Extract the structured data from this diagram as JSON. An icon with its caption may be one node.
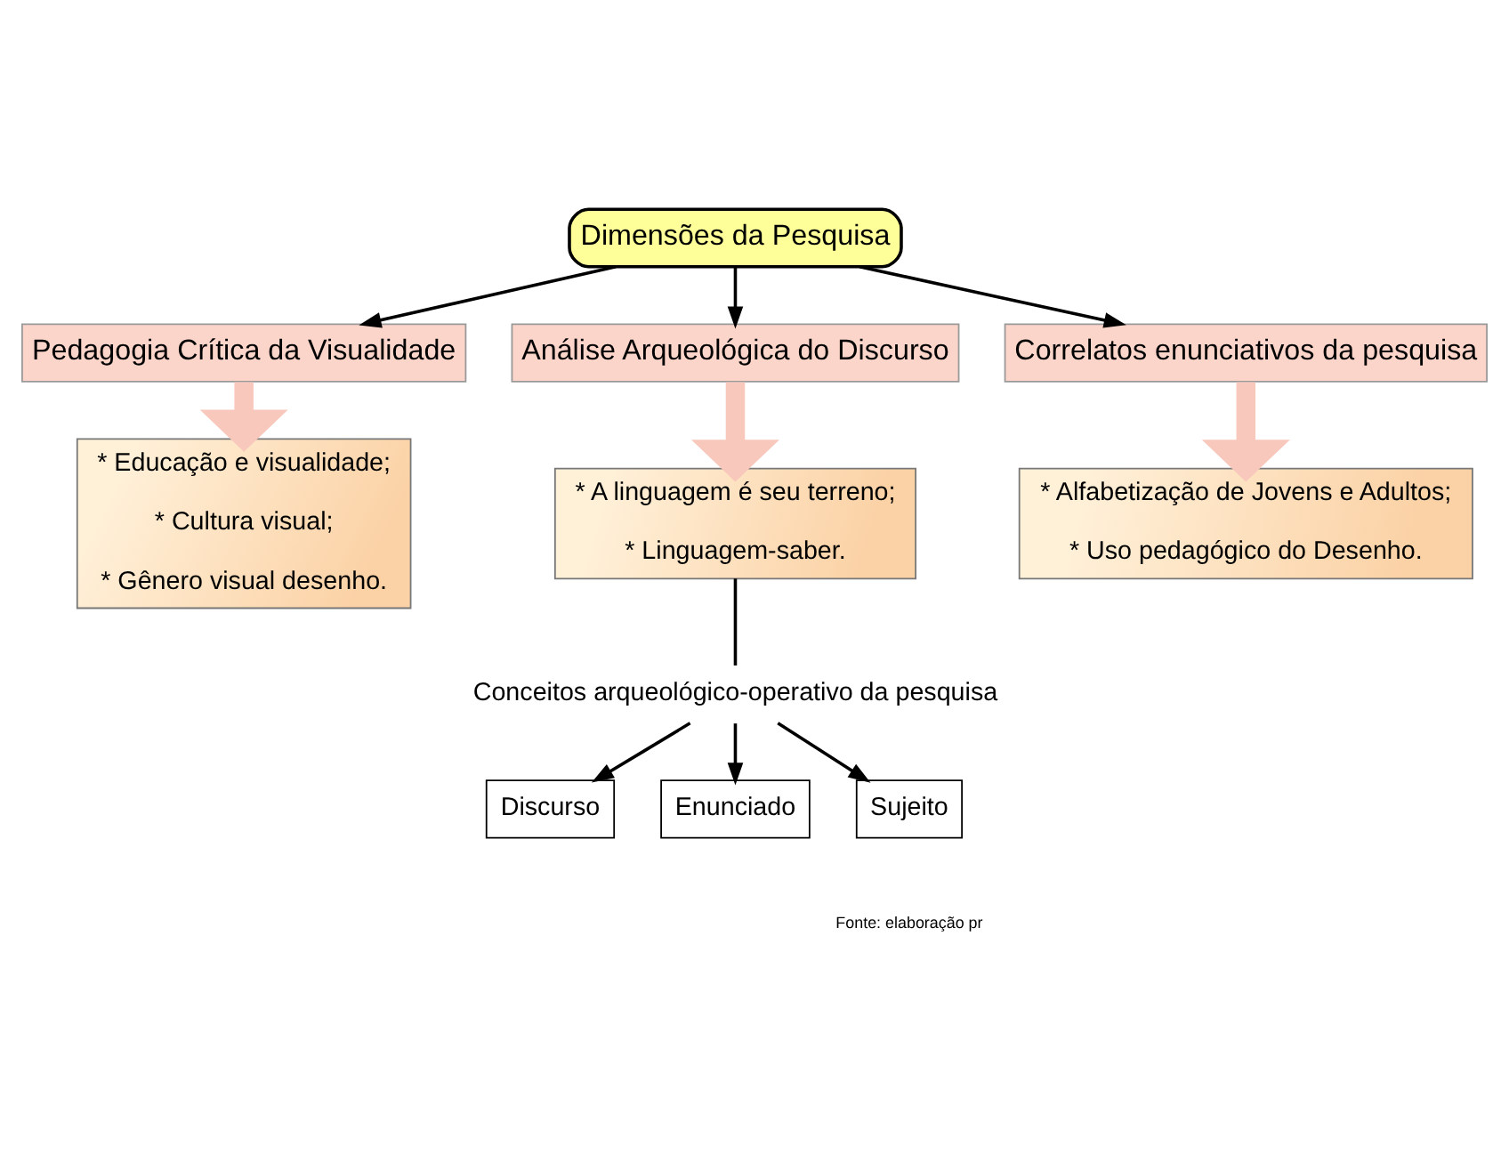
{
  "diagram": {
    "nodes": [
      {
        "text": [
          "Dimensões da Pesquisa"
        ]
      },
      {
        "text": [
          "Pedagogia Crítica da Visualidade"
        ]
      },
      {
        "text": [
          "Análise Arqueológica do Discurso"
        ]
      },
      {
        "text": [
          "Correlatos enunciativos da pesquisa"
        ]
      },
      {
        "text": [
          "* Educação e visualidade;",
          "* Cultura visual;",
          "* Gênero visual desenho."
        ]
      },
      {
        "text": [
          "* A linguagem é seu terreno;",
          "* Linguagem-saber."
        ]
      },
      {
        "text": [
          "* Alfabetização de Jovens e Adultos;",
          "* Uso pedagógico do Desenho."
        ]
      },
      {
        "text": [
          "Conceitos arqueológico-operativo da pesquisa"
        ]
      },
      {
        "text": [
          "Discurso"
        ]
      },
      {
        "text": [
          "Enunciado"
        ]
      },
      {
        "text": [
          "Sujeito"
        ]
      }
    ],
    "edges": [
      {
        "from": 0,
        "to": 1,
        "arrow": "to"
      },
      {
        "from": 0,
        "to": 2,
        "arrow": "to"
      },
      {
        "from": 0,
        "to": 3,
        "arrow": "to"
      },
      {
        "from": 1,
        "to": 4,
        "arrow": "to",
        "style": "thick",
        "color": "#f8c8bc"
      },
      {
        "from": 2,
        "to": 5,
        "arrow": "to",
        "style": "thick",
        "color": "#f8c8bc"
      },
      {
        "from": 3,
        "to": 6,
        "arrow": "to",
        "style": "thick",
        "color": "#f8c8bc"
      },
      {
        "from": 5,
        "to": 7,
        "arrow": "none"
      },
      {
        "from": 7,
        "to": 8,
        "arrow": "to"
      },
      {
        "from": 7,
        "to": 9,
        "arrow": "to"
      },
      {
        "from": 7,
        "to": 10,
        "arrow": "to"
      }
    ],
    "labels": [
      "Fonte: elaboração pr"
    ]
  }
}
